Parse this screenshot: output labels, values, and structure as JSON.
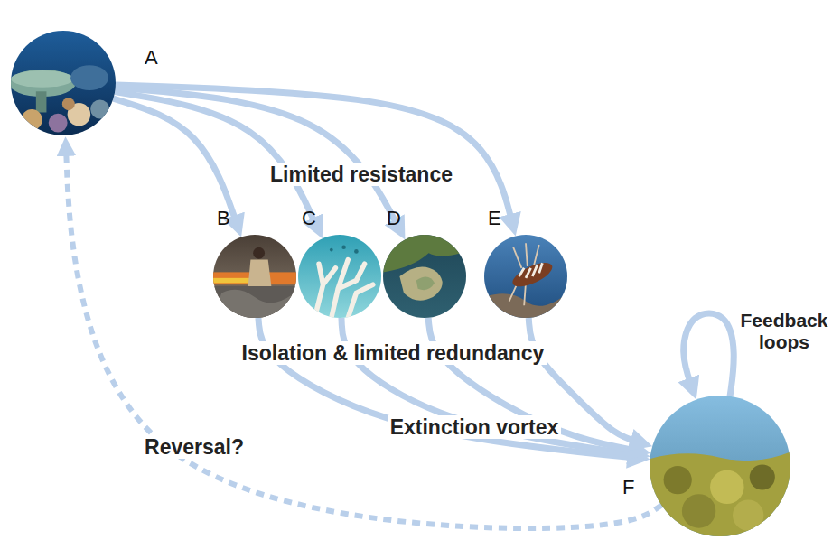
{
  "diagram": {
    "nodes": [
      {
        "text": [
          "A"
        ]
      },
      {
        "text": [
          "B"
        ]
      },
      {
        "text": [
          "C"
        ]
      },
      {
        "text": [
          "D"
        ]
      },
      {
        "text": [
          "E"
        ]
      },
      {
        "text": [
          "F"
        ]
      }
    ],
    "edges": [
      {
        "from": 0,
        "to": 1,
        "arrow": "to"
      },
      {
        "from": 0,
        "to": 2,
        "arrow": "to"
      },
      {
        "from": 0,
        "to": 3,
        "arrow": "to"
      },
      {
        "from": 0,
        "to": 4,
        "arrow": "to"
      },
      {
        "from": 1,
        "to": 5,
        "arrow": "to"
      },
      {
        "from": 2,
        "to": 5,
        "arrow": "to"
      },
      {
        "from": 3,
        "to": 5,
        "arrow": "to"
      },
      {
        "from": 4,
        "to": 5,
        "arrow": "to"
      },
      {
        "from": 5,
        "to": 5,
        "label": "Feedback loops",
        "arrow": "to"
      },
      {
        "from": 5,
        "to": 0,
        "label": "Reversal?",
        "arrow": "to"
      }
    ],
    "labels": [
      "Limited resistance",
      "Isolation & limited redundancy",
      "Extinction vortex"
    ]
  }
}
